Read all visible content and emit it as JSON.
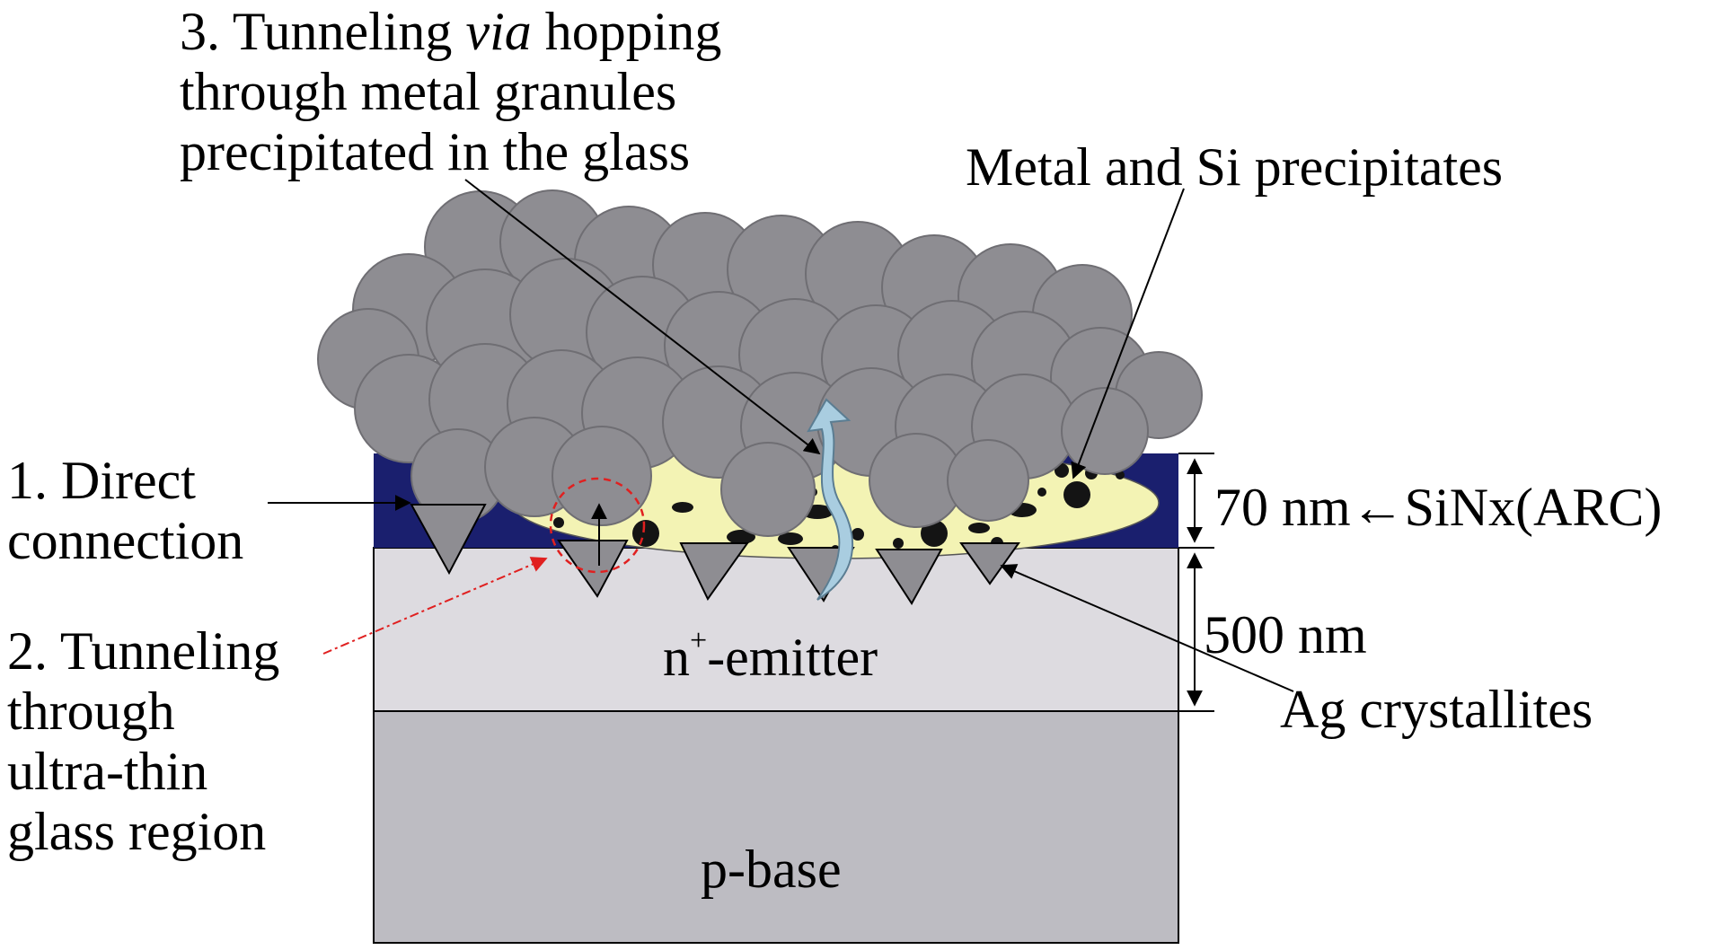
{
  "labels": {
    "tunneling_via_line1_a": "3. Tunneling ",
    "tunneling_via_line1_b": "via",
    "tunneling_via_line1_c": " hopping",
    "tunneling_via_line2": "through metal granules",
    "tunneling_via_line3": "precipitated in the glass",
    "metal_si": "Metal and Si precipitates",
    "direct_line1": "1. Direct",
    "direct_line2": "connection",
    "thin_glass_line1": "2. Tunneling",
    "thin_glass_line2": "through",
    "thin_glass_line3": "ultra-thin",
    "thin_glass_line4": "glass region",
    "sinx": "70 nm←SiNx(ARC)",
    "emitter_depth": "500 nm",
    "ag_crystallites": "Ag crystallites",
    "emitter_base": "n",
    "emitter_sup": "+",
    "emitter_rest": "-emitter",
    "p_base": "p-base"
  },
  "colors": {
    "sinx_layer": "#1a1f6e",
    "emitter_layer": "#dddbe0",
    "base_layer": "#bdbcc2",
    "glass": "#f3f3b4",
    "metal_spheres": "#8e8d92",
    "sphere_edge": "#6f6e73",
    "crystallites": "#8e8d92",
    "precipitates": "#141414",
    "hop_arrow": "#a9cde0",
    "dashed_circle": "#e02020"
  }
}
